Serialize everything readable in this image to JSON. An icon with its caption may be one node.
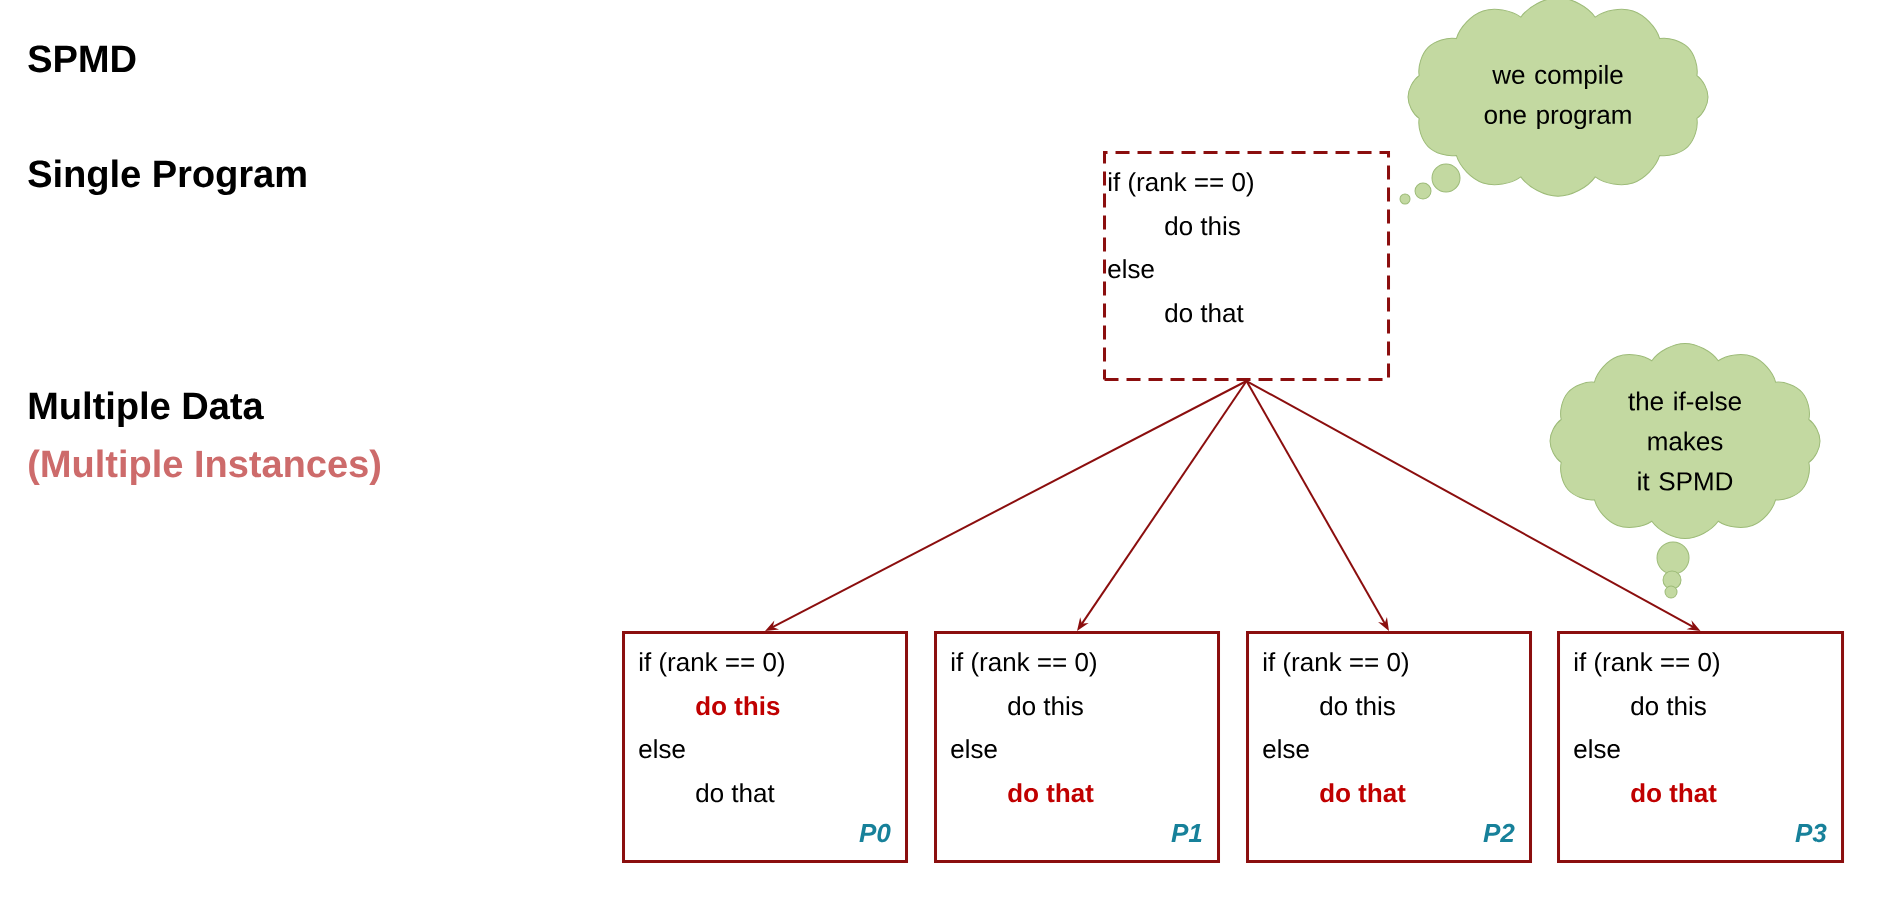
{
  "diagram": {
    "nodes": [
      {
        "text": [
          "if (rank == 0)",
          "do this",
          "else",
          "do that"
        ]
      },
      {
        "text": [
          "if (rank == 0)",
          "do this",
          "else",
          "do that",
          "P0"
        ]
      },
      {
        "text": [
          "if (rank == 0)",
          "do this",
          "else",
          "do that",
          "P1"
        ]
      },
      {
        "text": [
          "if (rank == 0)",
          "do this",
          "else",
          "do that",
          "P2"
        ]
      },
      {
        "text": [
          "if (rank == 0)",
          "do this",
          "else",
          "do that",
          "P3"
        ]
      },
      {
        "text": [
          "we compile one program"
        ]
      },
      {
        "text": [
          "the if-else makes it SPMD"
        ]
      }
    ],
    "edges": [
      {
        "from": 0,
        "to": 1,
        "arrow": "to"
      },
      {
        "from": 0,
        "to": 2,
        "arrow": "to"
      },
      {
        "from": 0,
        "to": 3,
        "arrow": "to"
      },
      {
        "from": 0,
        "to": 4,
        "arrow": "to"
      }
    ],
    "labels": [
      "SPMD",
      "Single Program",
      "Multiple Data",
      "(Multiple Instances)"
    ]
  }
}
